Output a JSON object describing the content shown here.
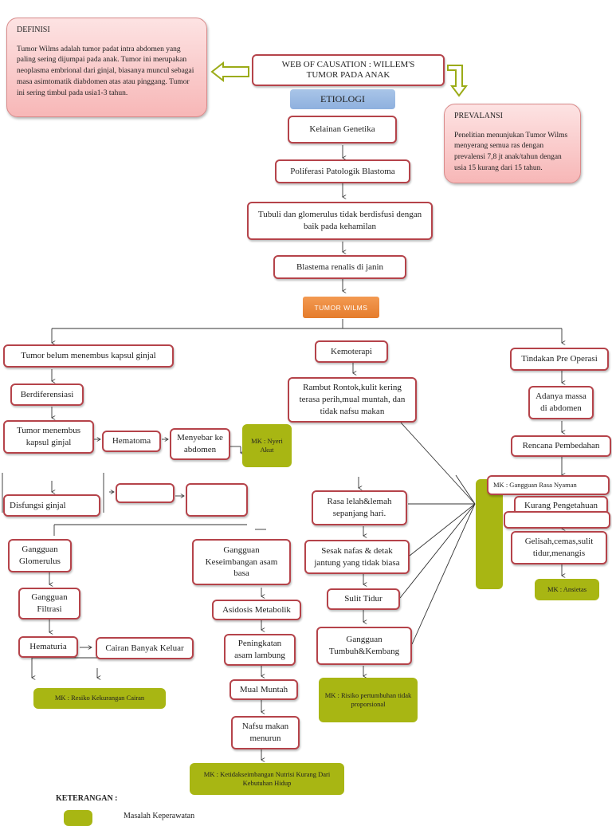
{
  "definisi": {
    "title": "DEFINISI",
    "text": "Tumor Wilms adalah tumor padat intra abdomen yang paling sering dijumpai pada anak. Tumor ini merupakan neoplasma embrional dari ginjal, biasanya muncul sebagai masa asimtomatik diabdomen atas atau pinggang. Tumor ini sering timbul pada usia1-3 tahun."
  },
  "prevalensi": {
    "title": "PREVALANSI",
    "text": "Penelitian menunjukan Tumor Wilms menyerang semua ras dengan prevalensi 7,8 jt anak/tahun dengan usia 15 kurang dari 15 tahun."
  },
  "header": {
    "title_line1": "WEB OF CAUSATION : WILLEM'S",
    "title_line2": "TUMOR PADA ANAK",
    "etiologi": "ETIOLOGI",
    "tumor_wilms": "TUMOR WILMS"
  },
  "etiology_chain": [
    "Kelainan  Genetika",
    "Poliferasi Patologik Blastoma",
    "Tubuli dan glomerulus tidak berdisfusi dengan baik pada kehamilan",
    "Blastema renalis di janin"
  ],
  "left_branch": {
    "n1": "Tumor belum menembus kapsul ginjal",
    "n2": "Berdiferensiasi",
    "n3": "Tumor menembus kapsul ginjal",
    "hematoma": "Hematoma",
    "menyebar": "Menyebar ke abdomen",
    "mk_nyeri": "MK : Nyeri Akut",
    "disfungsi": "Disfungsi ginjal",
    "glomerulus": "Gangguan Glomerulus",
    "filtrasi": "Gangguan Filtrasi",
    "hematuria": "Hematuria",
    "cairan": "Cairan Banyak Keluar",
    "mk_cairan": "MK : Resiko Kekurangan Cairan"
  },
  "middle_branch": {
    "asam_basa": "Gangguan Keseimbangan asam basa",
    "asidosis": "Asidosis Metabolik",
    "lambung": "Peningkatan asam lambung",
    "mual": "Mual Muntah",
    "nafsu": "Nafsu makan menurun",
    "mk_nutrisi": "MK : Ketidakseimbangan Nutrisi Kurang Dari Kebutuhan Hidup"
  },
  "kemo_branch": {
    "kemoterapi": "Kemoterapi",
    "efek": "Rambut Rontok,kulit kering terasa perih,mual muntah, dan tidak nafsu makan",
    "lelah": "Rasa lelah&lemah sepanjang hari.",
    "sesak": "Sesak nafas & detak jantung yang tidak biasa",
    "sulit_tidur": "Sulit Tidur",
    "tumbuh": "Gangguan Tumbuh&Kembang",
    "mk_tumbuh": "MK : Risiko pertumbuhan tidak proporsional"
  },
  "right_branch": {
    "pre_op": "Tindakan Pre Operasi",
    "massa": "Adanya massa di abdomen",
    "rencana": "Rencana Pembedahan",
    "mk_rasa": "MK : Gangguan Rasa Nyaman",
    "pengetahuan": "Kurang Pengetahuan",
    "gelisah": "Gelisah,cemas,sulit tidur,menangis",
    "mk_ansietas": "MK : Ansietas"
  },
  "legend": {
    "title": "KETERANGAN :",
    "item": "Masalah Keperawatan"
  },
  "colors": {
    "border": "#b5434a",
    "mk_green": "#a8b613",
    "blue_label": "#8eb0de",
    "orange_label": "#e57c2c",
    "pink": "#f7b7b7"
  }
}
